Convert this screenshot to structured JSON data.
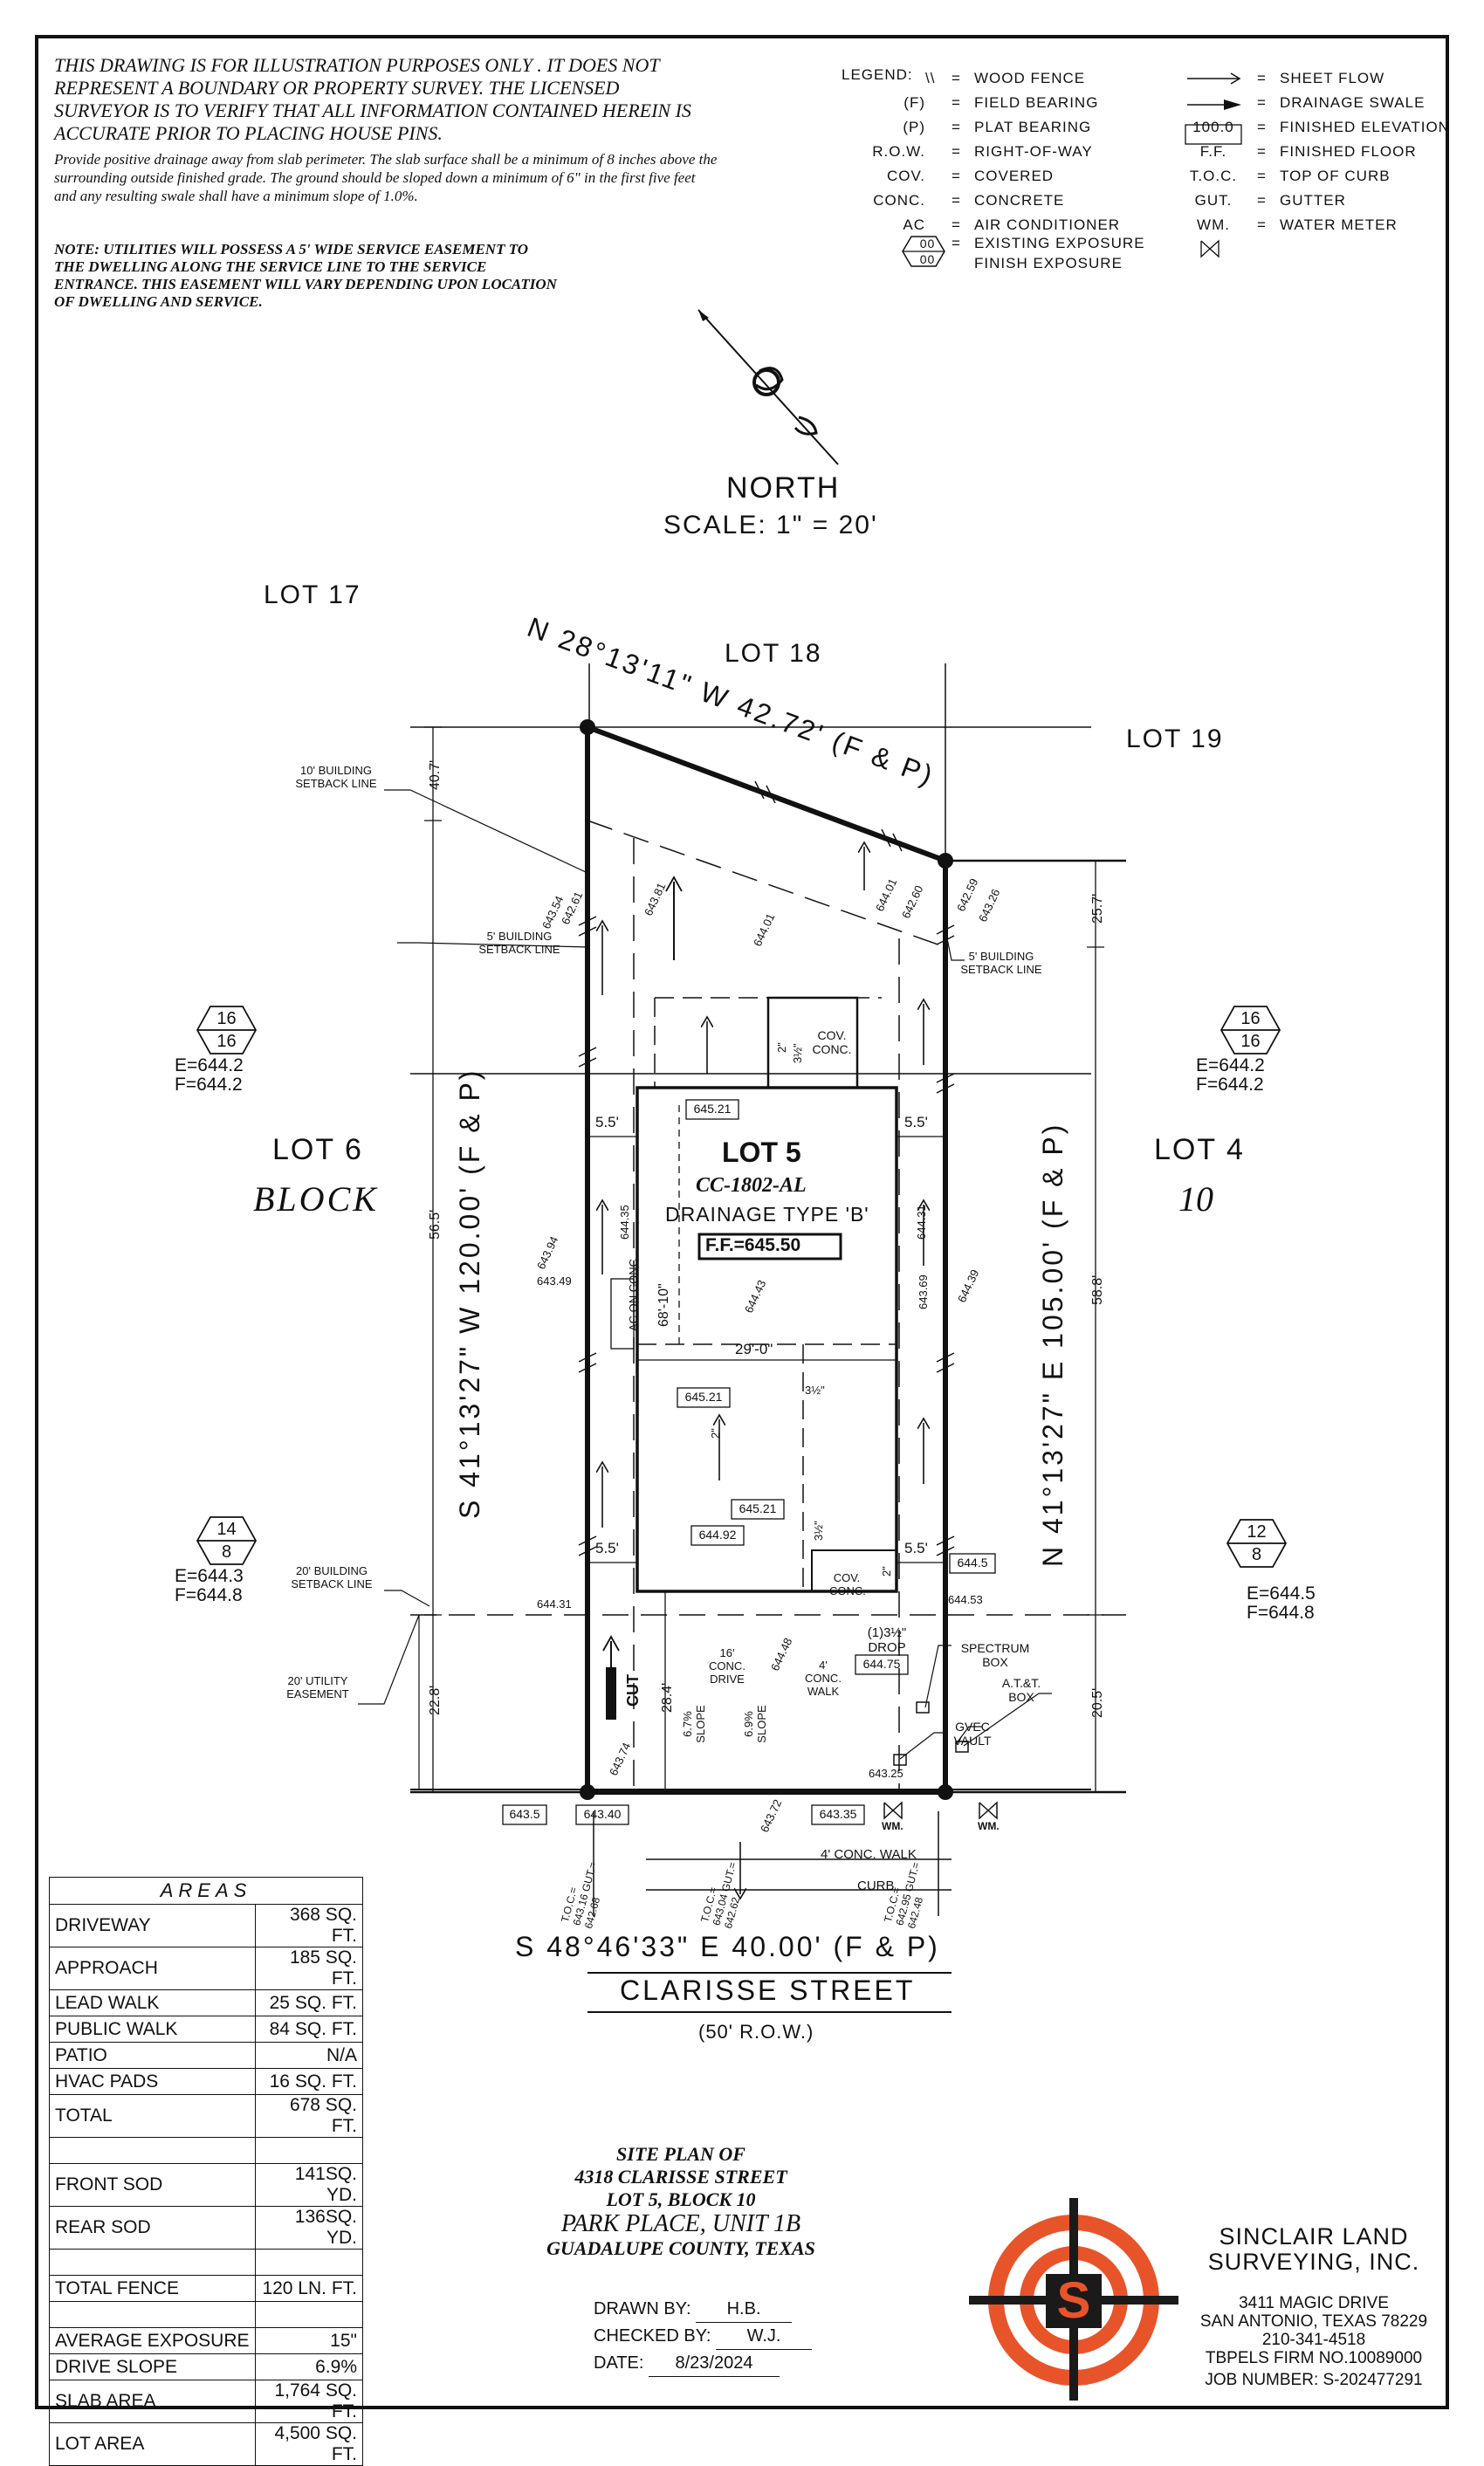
{
  "disclaimer": "THIS DRAWING IS FOR ILLUSTRATION PURPOSES ONLY . IT DOES NOT REPRESENT A BOUNDARY OR PROPERTY SURVEY. THE LICENSED SURVEYOR IS TO VERIFY THAT ALL INFORMATION CONTAINED HEREIN IS ACCURATE PRIOR TO PLACING HOUSE PINS.",
  "drainage_note": "Provide positive drainage away from slab perimeter. The slab surface shall be a minimum of 8 inches above the surrounding outside finished grade. The ground should be sloped down a minimum of 6\" in the first five feet and any resulting swale shall have a minimum slope of 1.0%.",
  "utility_note": "NOTE: UTILITIES WILL POSSESS A 5' WIDE SERVICE EASEMENT TO THE DWELLING ALONG THE SERVICE LINE TO THE SERVICE ENTRANCE. THIS EASEMENT WILL VARY DEPENDING UPON LOCATION OF DWELLING AND SERVICE.",
  "legend": {
    "title": "LEGEND:",
    "left": [
      {
        "key": "\\\\",
        "desc": "WOOD FENCE"
      },
      {
        "key": "(F)",
        "desc": "FIELD BEARING"
      },
      {
        "key": "(P)",
        "desc": "PLAT BEARING"
      },
      {
        "key": "R.O.W.",
        "desc": "RIGHT-OF-WAY"
      },
      {
        "key": "COV.",
        "desc": "COVERED"
      },
      {
        "key": "CONC.",
        "desc": "CONCRETE"
      },
      {
        "key": "AC",
        "desc": "AIR CONDITIONER"
      }
    ],
    "exposure_top": "00",
    "exposure_bottom": "00",
    "exposure_desc_1": "EXISTING EXPOSURE",
    "exposure_desc_2": "FINISH EXPOSURE",
    "right": [
      {
        "key": "",
        "desc": "SHEET FLOW"
      },
      {
        "key": "",
        "desc": "DRAINAGE SWALE"
      },
      {
        "key": "100.0",
        "desc": "FINISHED ELEVATION"
      },
      {
        "key": "F.F.",
        "desc": "FINISHED FLOOR"
      },
      {
        "key": "T.O.C.",
        "desc": "TOP OF CURB"
      },
      {
        "key": "GUT.",
        "desc": "GUTTER"
      },
      {
        "key": "WM.",
        "desc": "WATER METER"
      }
    ],
    "equals": "="
  },
  "north": {
    "label": "NORTH",
    "scale": "SCALE: 1\" = 20'"
  },
  "lots": {
    "lot17": "LOT 17",
    "lot18": "LOT 18",
    "lot19": "LOT 19",
    "lot6": "LOT 6",
    "block": "BLOCK",
    "lot4": "LOT 4",
    "block_no": "10"
  },
  "bearings": {
    "north_line": "N 28°13'11\" W 42.72' (F & P)",
    "west_line": "S 41°13'27\" W 120.00' (F & P)",
    "east_line": "N 41°13'27\" E 105.00' (F & P)",
    "south_line": "S 48°46'33\" E 40.00' (F & P)"
  },
  "street": {
    "name": "CLARISSE STREET",
    "row": "(50' R.O.W.)"
  },
  "house": {
    "lot": "LOT 5",
    "plan": "CC-1802-AL",
    "drainage": "DRAINAGE TYPE 'B'",
    "ff": "F.F.=645.50",
    "depth": "68'-10\"",
    "width": "29'-0\"",
    "cov_conc_top": "COV. CONC.",
    "cov_conc_bottom": "COV. CONC."
  },
  "setbacks": {
    "building_10": "10' BUILDING SETBACK LINE",
    "building_5_left": "5' BUILDING SETBACK LINE",
    "building_5_right": "5' BUILDING SETBACK LINE",
    "building_20": "20' BUILDING SETBACK LINE",
    "utility_20": "20' UTILITY EASEMENT"
  },
  "dims": {
    "d407": "40.7'",
    "d565": "56.5'",
    "d228": "22.8'",
    "d257": "25.7'",
    "d588": "58.8'",
    "d205": "20.5'",
    "d284": "28.4'",
    "s55a": "5.5'",
    "s55b": "5.5'",
    "s55c": "5.5'",
    "s55d": "5.5'"
  },
  "exposures": {
    "left_top": {
      "top": "16",
      "bottom": "16",
      "e": "E=644.2",
      "f": "F=644.2"
    },
    "right_top": {
      "top": "16",
      "bottom": "16",
      "e": "E=644.2",
      "f": "F=644.2"
    },
    "left_bottom": {
      "top": "14",
      "bottom": "8",
      "e": "E=644.3",
      "f": "F=644.8"
    },
    "right_bottom": {
      "top": "12",
      "bottom": "8",
      "e": "E=644.5",
      "f": "F=644.8"
    }
  },
  "elevations": {
    "e64521a": "645.21",
    "e64521b": "645.21",
    "e64521c": "645.21",
    "e64492": "644.92",
    "e6445": "644.5",
    "e64475": "644.75",
    "e6435": "643.5",
    "e64340": "643.40",
    "e64335": "643.35",
    "g64354": "643.54",
    "g64261": "642.61",
    "g64381": "643.81",
    "g64401a": "644.01",
    "g64401b": "644.01",
    "g64260": "642.60",
    "g64259": "642.59",
    "g64326": "643.26",
    "g64394": "643.94",
    "g64349": "643.49",
    "g64435": "644.35",
    "g64443": "644.43",
    "g64431": "644.31",
    "g64369": "643.69",
    "g64439": "644.39",
    "g64431b": "644.31",
    "g64453": "644.53",
    "g64448": "644.48",
    "g64374": "643.74",
    "g64372": "643.72",
    "g64325": "643.25"
  },
  "site_labels": {
    "ac_on_conc": "AC ON CONC",
    "drive": "16' CONC. DRIVE",
    "slope1": "6.7% SLOPE",
    "slope2": "6.9% SLOPE",
    "walk": "4' CONC. WALK",
    "drop": "(1)3½\" DROP",
    "spectrum": "SPECTRUM BOX",
    "att": "A.T.&T. BOX",
    "gvec": "GVEC VAULT",
    "pub_walk": "4' CONC. WALK",
    "curb": "CURB",
    "cut": "CUT",
    "wm1": "WM.",
    "wm2": "WM.",
    "toc1": "T.O.C.= 643.16 GUT.= 642.68",
    "toc2": "T.O.C.= 643.04 GUT.= 642.62",
    "toc3": "T.O.C.= 642.95 GUT.= 642.48",
    "step1": "3½\"",
    "step2": "3½\"",
    "step3": "3½\"",
    "down1": "2\"",
    "down2": "2\"",
    "down3": "2\""
  },
  "areas": {
    "title": "AREAS",
    "rows": [
      [
        "DRIVEWAY",
        "368 SQ. FT."
      ],
      [
        "APPROACH",
        "185 SQ. FT."
      ],
      [
        "LEAD WALK",
        "25 SQ. FT."
      ],
      [
        "PUBLIC WALK",
        "84 SQ. FT."
      ],
      [
        "PATIO",
        "N/A"
      ],
      [
        "HVAC PADS",
        "16 SQ. FT."
      ],
      [
        "TOTAL",
        "678 SQ. FT."
      ],
      [
        "",
        ""
      ],
      [
        "FRONT SOD",
        "141SQ. YD."
      ],
      [
        "REAR SOD",
        "136SQ. YD."
      ],
      [
        "",
        ""
      ],
      [
        "TOTAL FENCE",
        "120 LN. FT."
      ],
      [
        "",
        ""
      ],
      [
        "AVERAGE EXPOSURE",
        "15\""
      ],
      [
        "DRIVE SLOPE",
        "6.9%"
      ],
      [
        "SLAB AREA",
        "1,764 SQ. FT."
      ],
      [
        "LOT AREA",
        "4,500 SQ. FT."
      ]
    ]
  },
  "title_block": {
    "line1": "SITE PLAN OF",
    "line2": "4318 CLARISSE STREET",
    "line3": "LOT 5, BLOCK 10",
    "line4": "PARK PLACE, UNIT 1B",
    "line5": "GUADALUPE COUNTY, TEXAS"
  },
  "drawn": {
    "drawn_label": "DRAWN BY:",
    "drawn_val": "H.B.",
    "checked_label": "CHECKED BY:",
    "checked_val": "W.J.",
    "date_label": "DATE:",
    "date_val": "8/23/2024"
  },
  "company": {
    "logo_letter": "S",
    "name1": "SINCLAIR LAND",
    "name2": "SURVEYING, INC.",
    "addr1": "3411 MAGIC DRIVE",
    "addr2": "SAN ANTONIO, TEXAS 78229",
    "phone": "210-341-4518",
    "firm": "TBPELS FIRM NO.10089000",
    "job": "JOB NUMBER: S-202477291"
  },
  "colors": {
    "logo_orange": "#E8542A",
    "logo_dark": "#1a1a1a",
    "ink": "#111111"
  }
}
